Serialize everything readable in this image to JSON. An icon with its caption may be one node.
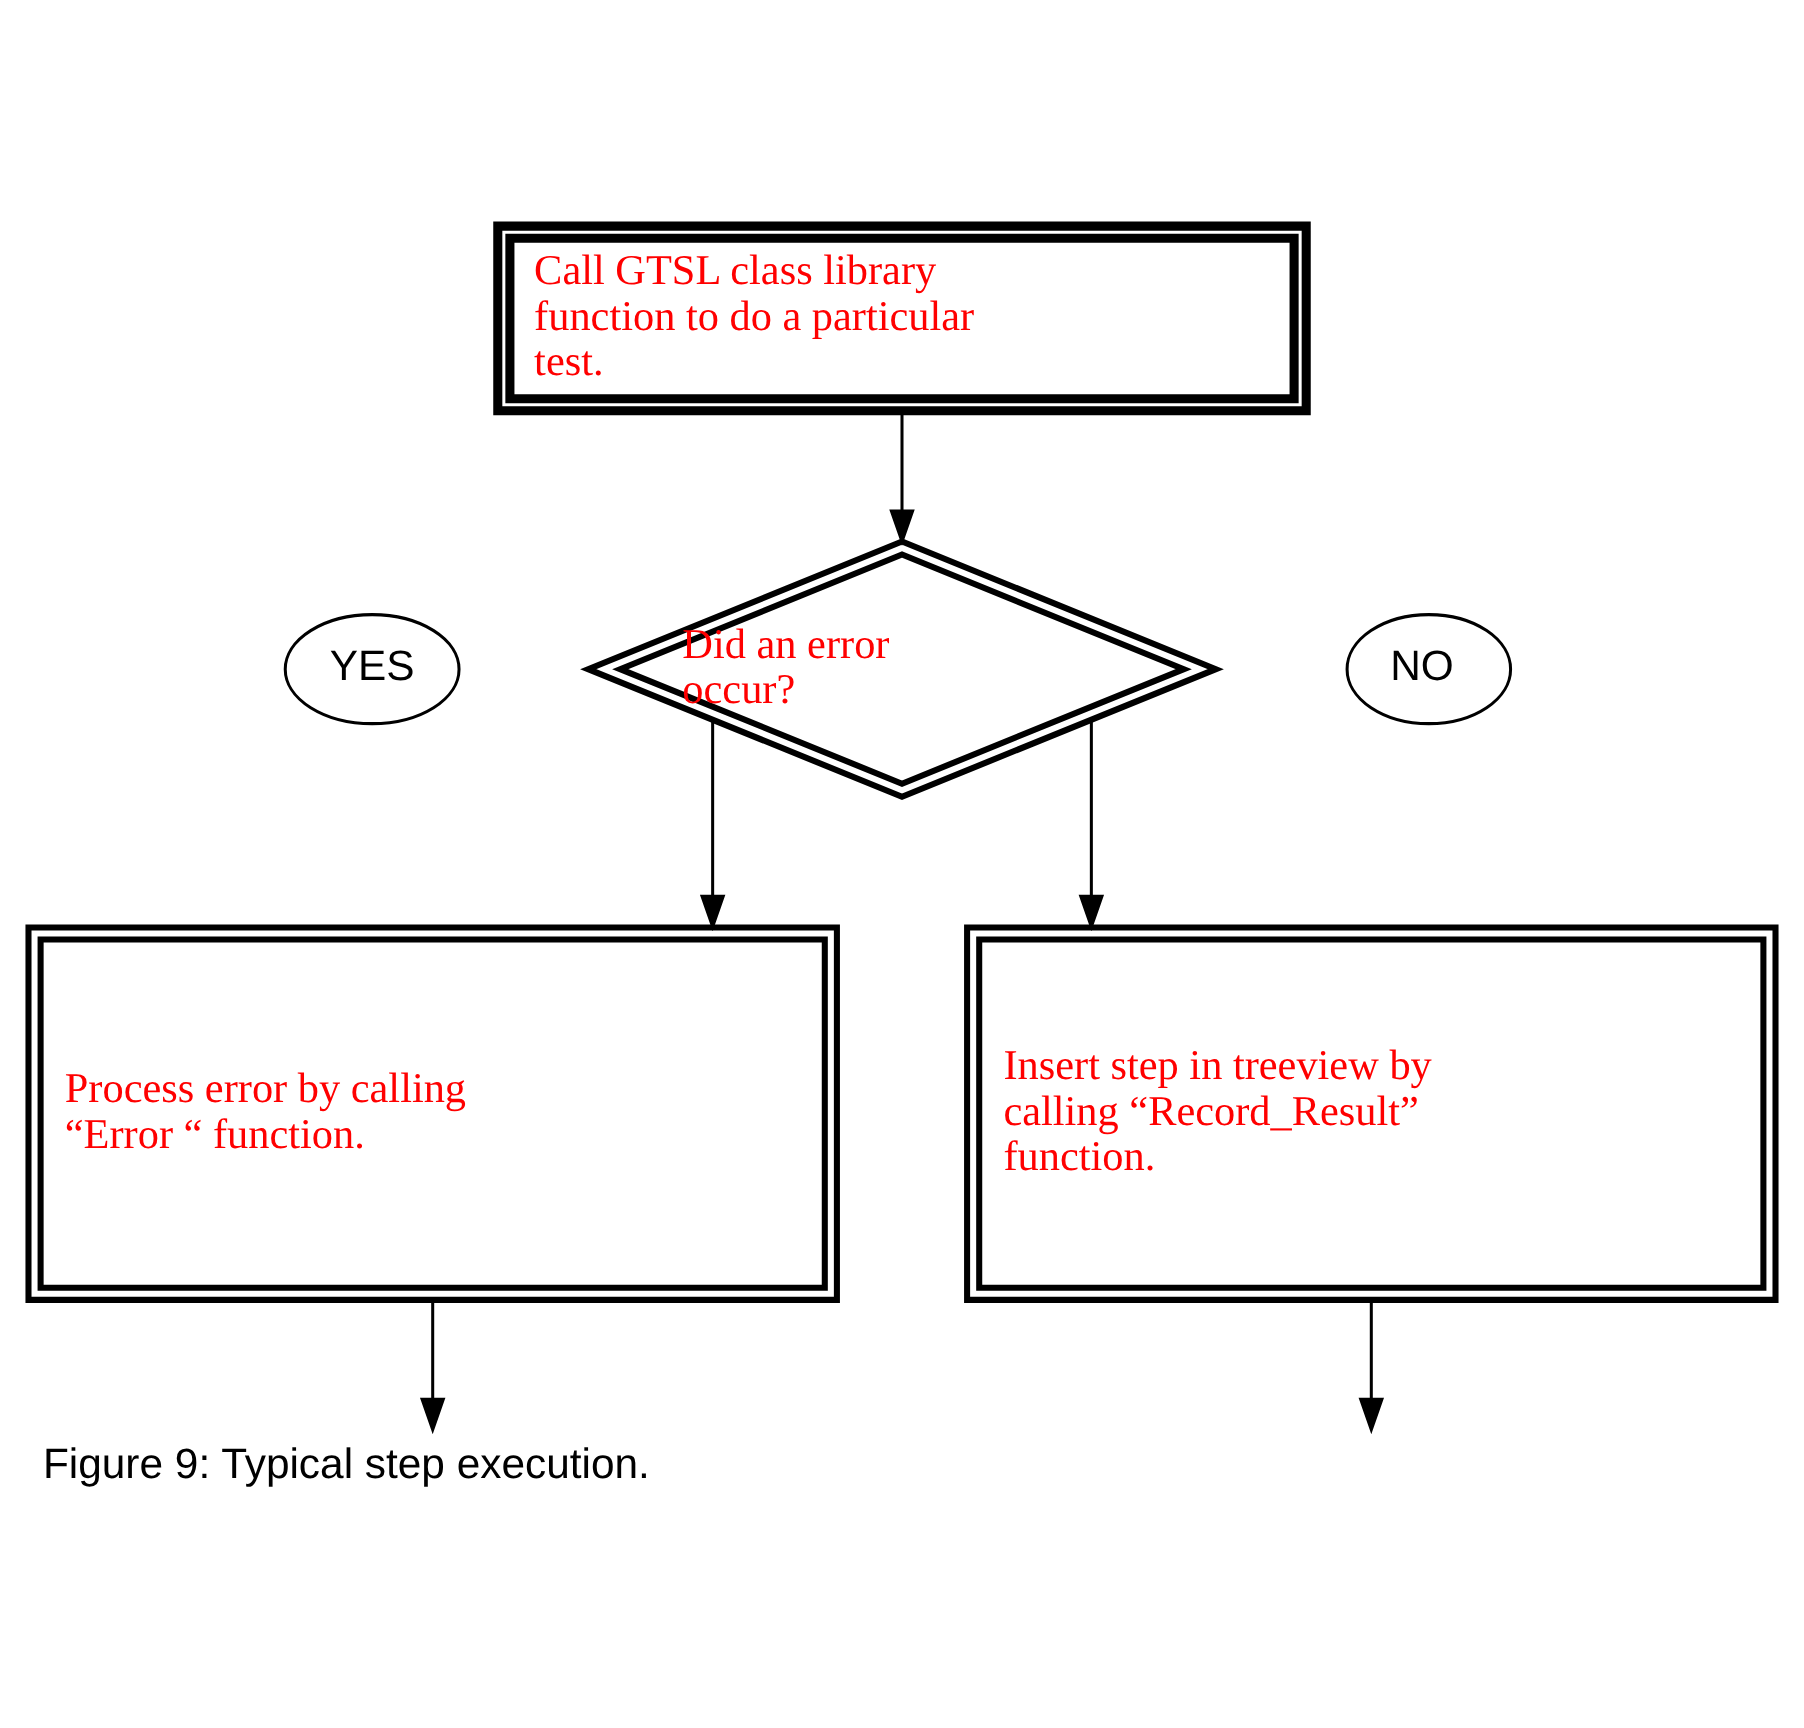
{
  "diagram": {
    "caption": "Figure 9: Typical step execution.",
    "nodes": [
      {
        "text": [
          "Call GTSL class library function to do a particular test."
        ]
      },
      {
        "text": [
          "Did an error occur?"
        ]
      },
      {
        "text": [
          "YES"
        ]
      },
      {
        "text": [
          "NO"
        ]
      },
      {
        "text": [
          "Process error by calling “Error “ function."
        ]
      },
      {
        "text": [
          "Insert step in treeview by calling “Record_Result” function."
        ]
      }
    ],
    "edges": [
      {
        "from": 0,
        "to": 1,
        "arrow": "to"
      },
      {
        "from": 1,
        "to": 4,
        "arrow": "to"
      },
      {
        "from": 1,
        "to": 5,
        "arrow": "to"
      },
      {
        "from": 4,
        "to": null,
        "arrow": "to"
      },
      {
        "from": 5,
        "to": null,
        "arrow": "to"
      }
    ]
  }
}
